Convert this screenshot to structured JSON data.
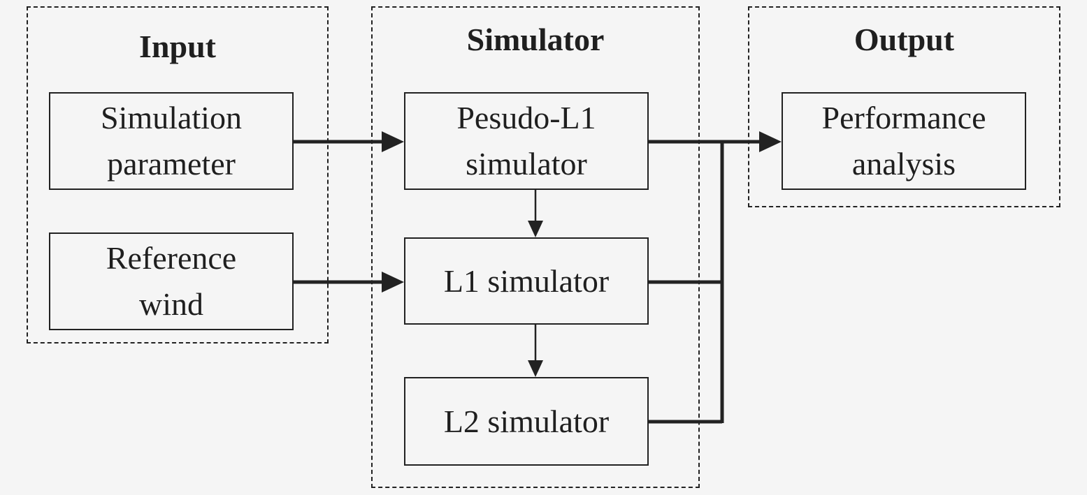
{
  "groups": {
    "input": {
      "title": "Input"
    },
    "simulator": {
      "title": "Simulator"
    },
    "output": {
      "title": "Output"
    }
  },
  "boxes": {
    "simulation_parameter": "Simulation\nparameter",
    "reference_wind": "Reference\nwind",
    "pseudo_l1_simulator": "Pesudo-L1\nsimulator",
    "l1_simulator": "L1 simulator",
    "l2_simulator": "L2 simulator",
    "performance_analysis": "Performance\nanalysis"
  },
  "colors": {
    "line": "#222222",
    "background": "#f5f5f5"
  }
}
